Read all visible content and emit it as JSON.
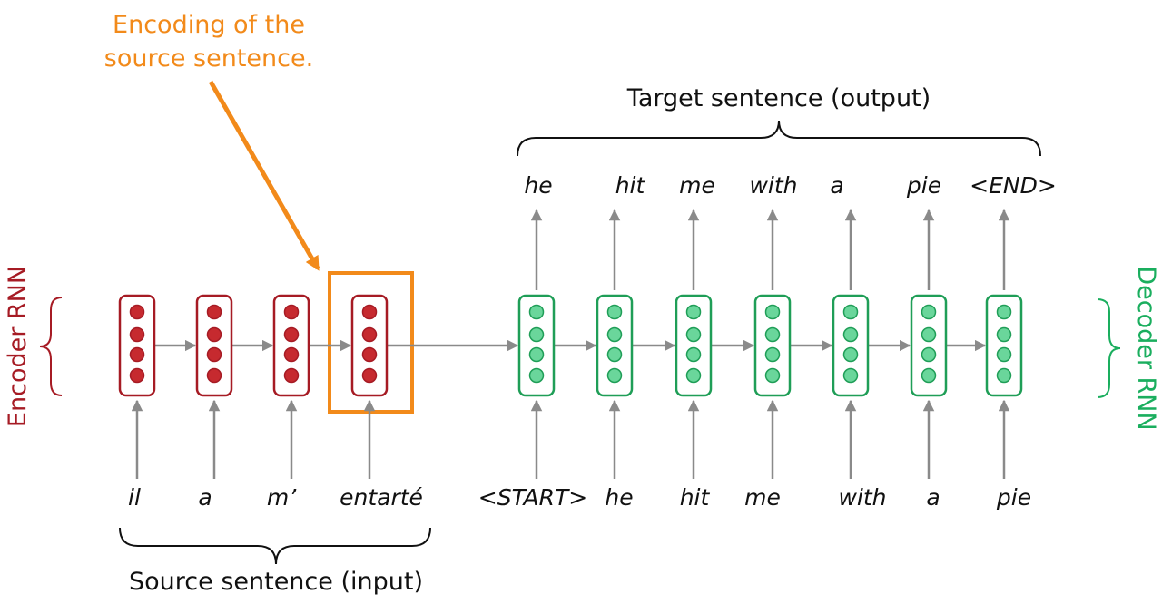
{
  "annotation": {
    "lines": [
      "Encoding of the",
      "source sentence."
    ],
    "color": "#F28A1A"
  },
  "encoder": {
    "label": "Encoder RNN",
    "color": "#A61B24",
    "dot_fill": "#C62A2F",
    "inputs": [
      "il",
      "a",
      "m’",
      "entarté"
    ],
    "brace_label": "Source sentence (input)"
  },
  "decoder": {
    "label": "Decoder RNN",
    "color": "#1AAE5E",
    "dot_fill": "#6AD69B",
    "border": "#1F9E57",
    "inputs": [
      "<START>",
      "he",
      "hit",
      "me",
      "with",
      "a",
      "pie"
    ],
    "outputs": [
      "he",
      "hit",
      "me",
      "with",
      "a",
      "pie",
      "<END>"
    ],
    "brace_label": "Target sentence (output)"
  },
  "arrow_color": "#8A8A8A"
}
